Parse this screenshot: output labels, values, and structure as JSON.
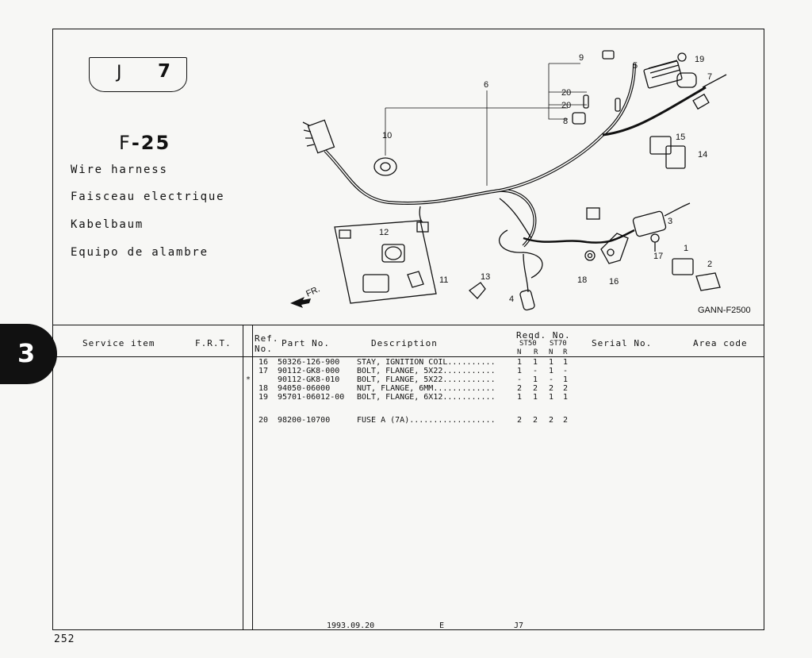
{
  "header": {
    "badge_letter": "J",
    "badge_number": "7",
    "fig_prefix": "F",
    "fig_number": "-25",
    "names": [
      "Wire harness",
      "Faisceau electrique",
      "Kabelbaum",
      "Equipo de alambre"
    ]
  },
  "chapter_tab": "3",
  "diagram": {
    "front_label": "FR.",
    "code": "GANN-F2500",
    "callouts": [
      "1",
      "2",
      "3",
      "4",
      "5",
      "6",
      "7",
      "8",
      "9",
      "10",
      "11",
      "12",
      "13",
      "14",
      "15",
      "16",
      "17",
      "18",
      "19",
      "20",
      "20"
    ]
  },
  "table": {
    "headers": {
      "service_item": "Service item",
      "frt": "F.R.T.",
      "ref_line1": "Ref.",
      "ref_line2": "No.",
      "part_no": "Part No.",
      "description": "Description",
      "reqd": "Reqd. No.",
      "st50": "ST50",
      "st70": "ST70",
      "col_n1": "N",
      "col_r1": "R",
      "col_n2": "N",
      "col_r2": "R",
      "serial": "Serial No.",
      "area": "Area code"
    },
    "rows": [
      {
        "mark": "",
        "ref": "16",
        "part": "50326-126-900",
        "desc": "STAY, IGNITION COIL..........",
        "q1": "1",
        "q2": "1",
        "q3": "1",
        "q4": "1"
      },
      {
        "mark": "",
        "ref": "17",
        "part": "90112-GK8-000",
        "desc": "BOLT, FLANGE, 5X22...........",
        "q1": "1",
        "q2": "-",
        "q3": "1",
        "q4": "-"
      },
      {
        "mark": "*",
        "ref": "",
        "part": "90112-GK8-010",
        "desc": "BOLT, FLANGE, 5X22...........",
        "q1": "-",
        "q2": "1",
        "q3": "-",
        "q4": "1"
      },
      {
        "mark": "",
        "ref": "18",
        "part": "94050-06000",
        "desc": "NUT, FLANGE, 6MM.............",
        "q1": "2",
        "q2": "2",
        "q3": "2",
        "q4": "2"
      },
      {
        "mark": "",
        "ref": "19",
        "part": "95701-06012-00",
        "desc": "BOLT, FLANGE, 6X12...........",
        "q1": "1",
        "q2": "1",
        "q3": "1",
        "q4": "1"
      },
      {
        "mark": "",
        "ref": "20",
        "part": "98200-10700",
        "desc": "FUSE A (7A)..................",
        "q1": "2",
        "q2": "2",
        "q3": "2",
        "q4": "2"
      }
    ]
  },
  "footer": {
    "date": "1993.09.20",
    "edition": "E",
    "code": "J7"
  },
  "page_number": "252"
}
